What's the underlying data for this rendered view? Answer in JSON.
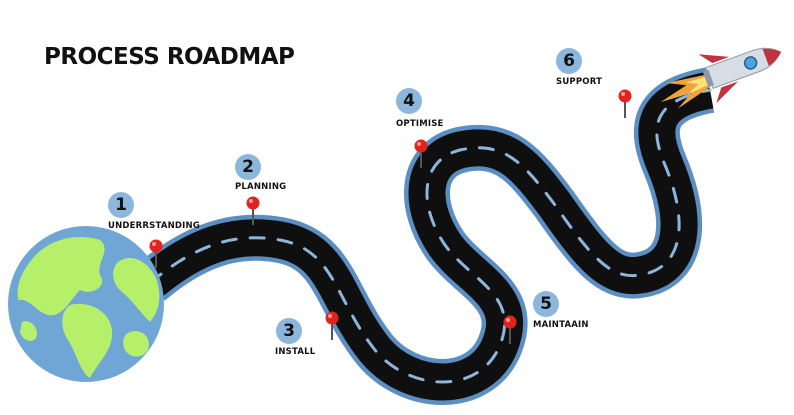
{
  "title": "PROCESS ROADMAP",
  "steps": [
    {
      "number": "1",
      "label": "UNDERRSTANDING"
    },
    {
      "number": "2",
      "label": "PLANNING"
    },
    {
      "number": "3",
      "label": "INSTALL"
    },
    {
      "number": "4",
      "label": "OPTIMISE"
    },
    {
      "number": "5",
      "label": "MAINTAAIN"
    },
    {
      "number": "6",
      "label": "SUPPORT"
    }
  ],
  "colors": {
    "road": "#0f0f0f",
    "road_edge": "#5b8fc4",
    "road_dash": "#8db6dd",
    "badge": "#8db6dd",
    "pin": "#e0231d",
    "ocean": "#6fa6d6",
    "land": "#b6f06b",
    "rocket_body": "#d7dde5",
    "rocket_fin": "#c2333f"
  },
  "icons": [
    "globe-icon",
    "map-pin-icon",
    "rocket-icon"
  ]
}
